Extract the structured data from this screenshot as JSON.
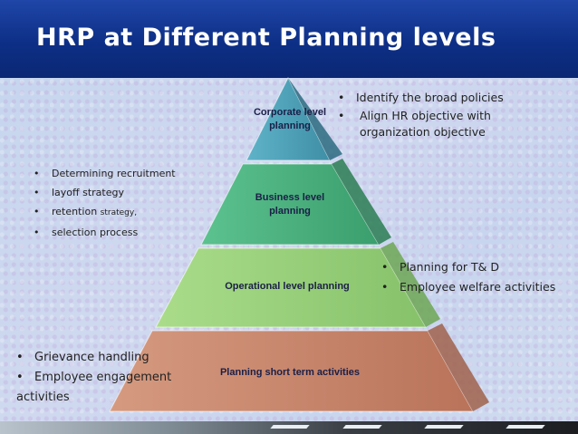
{
  "slide": {
    "title": "HRP at Different Planning levels"
  },
  "pyramid": {
    "tiers": [
      {
        "label": "Corporate level planning",
        "color": "#4b9fb6"
      },
      {
        "label": "Business level planning",
        "color": "#46b07c"
      },
      {
        "label": "Operational level planning",
        "color": "#9ad07a"
      },
      {
        "label": "Planning short term activities",
        "color": "#c7856b"
      }
    ]
  },
  "notes": {
    "corporate": {
      "bullet": "•",
      "items": [
        "Identify the broad policies",
        "Align HR objective with",
        "organization objective"
      ]
    },
    "business": {
      "bullet": "•",
      "items": [
        "Determining recruitment",
        "layoff strategy",
        "retention",
        "strategy,",
        "selection process"
      ]
    },
    "operational": {
      "bullet": "•",
      "items": [
        "Planning for T& D",
        "Employee welfare activities"
      ]
    },
    "short_term": {
      "bullet": "•",
      "items": [
        "Grievance handling",
        "Employee engagement",
        "activities"
      ]
    }
  }
}
